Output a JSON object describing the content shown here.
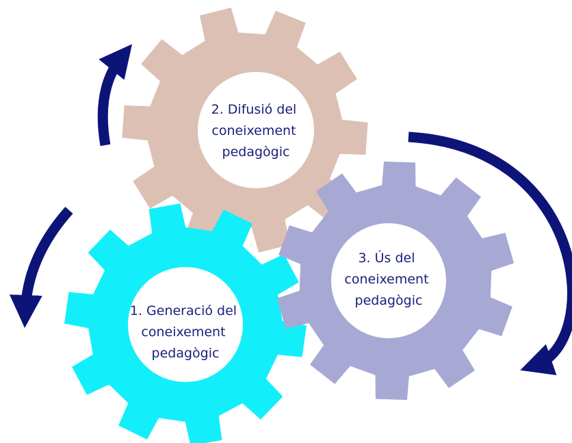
{
  "diagram": {
    "gears": [
      {
        "id": "generation",
        "color": "#12EFFA",
        "lines": [
          "1. Generació del",
          "coneixement",
          "pedagògic"
        ]
      },
      {
        "id": "diffusion",
        "color": "#DCC0B4",
        "lines": [
          "2. Difusió del",
          "coneixement",
          "pedagògic"
        ]
      },
      {
        "id": "use",
        "color": "#A7A9D4",
        "lines": [
          "3. Ús del",
          "coneixement",
          "pedagògic"
        ]
      }
    ],
    "arrow_color": "#0D1478",
    "text_color": "#1A1F7A"
  }
}
